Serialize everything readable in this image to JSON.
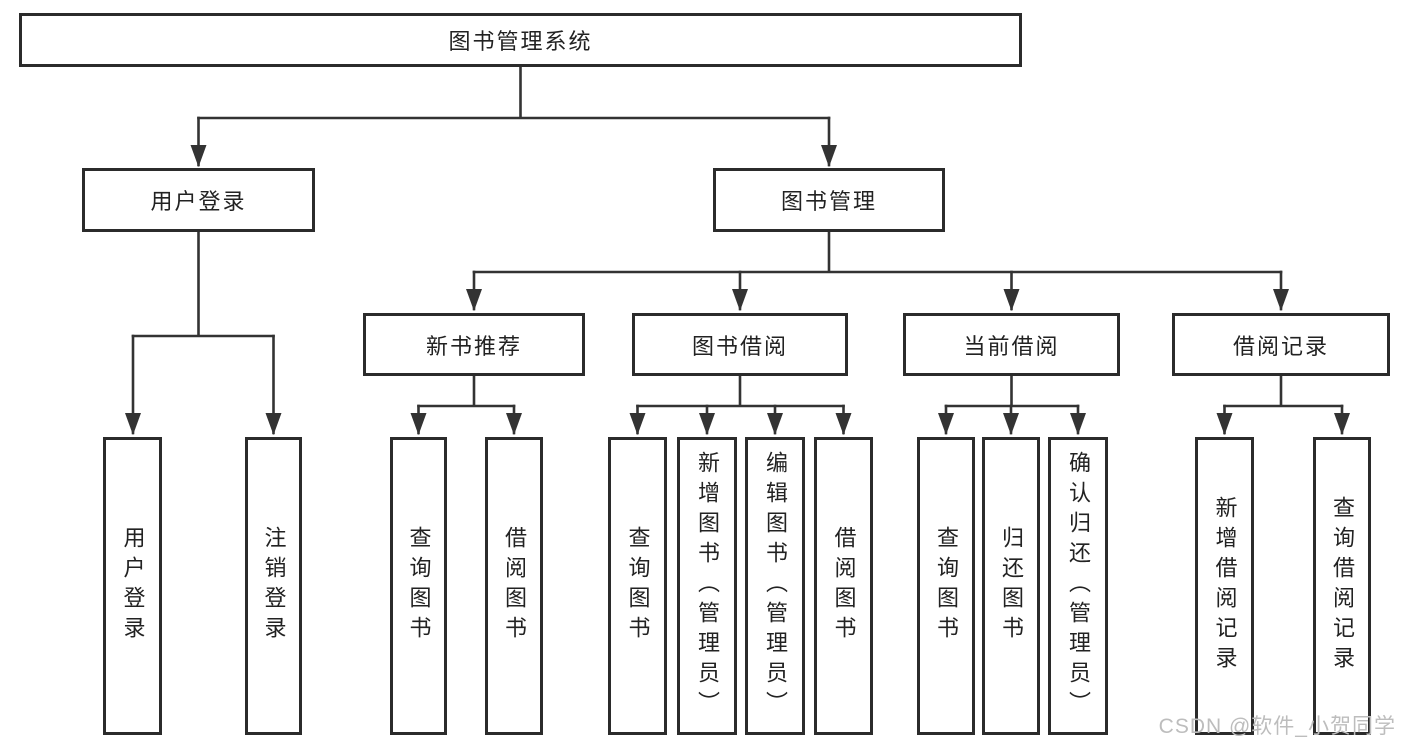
{
  "tree": {
    "label": "图书管理系统",
    "children": [
      {
        "label": "用户登录",
        "children": [
          {
            "label": "用户登录"
          },
          {
            "label": "注销登录"
          }
        ]
      },
      {
        "label": "图书管理",
        "children": [
          {
            "label": "新书推荐",
            "children": [
              {
                "label": "查询图书"
              },
              {
                "label": "借阅图书"
              }
            ]
          },
          {
            "label": "图书借阅",
            "children": [
              {
                "label": "查询图书"
              },
              {
                "label": "新增图书（管理员）"
              },
              {
                "label": "编辑图书（管理员）"
              },
              {
                "label": "借阅图书"
              }
            ]
          },
          {
            "label": "当前借阅",
            "children": [
              {
                "label": "查询图书"
              },
              {
                "label": "归还图书"
              },
              {
                "label": "确认归还（管理员）"
              }
            ]
          },
          {
            "label": "借阅记录",
            "children": [
              {
                "label": "新增借阅记录"
              },
              {
                "label": "查询借阅记录"
              }
            ]
          }
        ]
      }
    ]
  },
  "watermark": "CSDN @软件_小贺同学",
  "colors": {
    "line": "#333333",
    "border": "#2b2b2b",
    "text": "#222222",
    "watermark": "#bdbdbd",
    "background": "#ffffff"
  }
}
